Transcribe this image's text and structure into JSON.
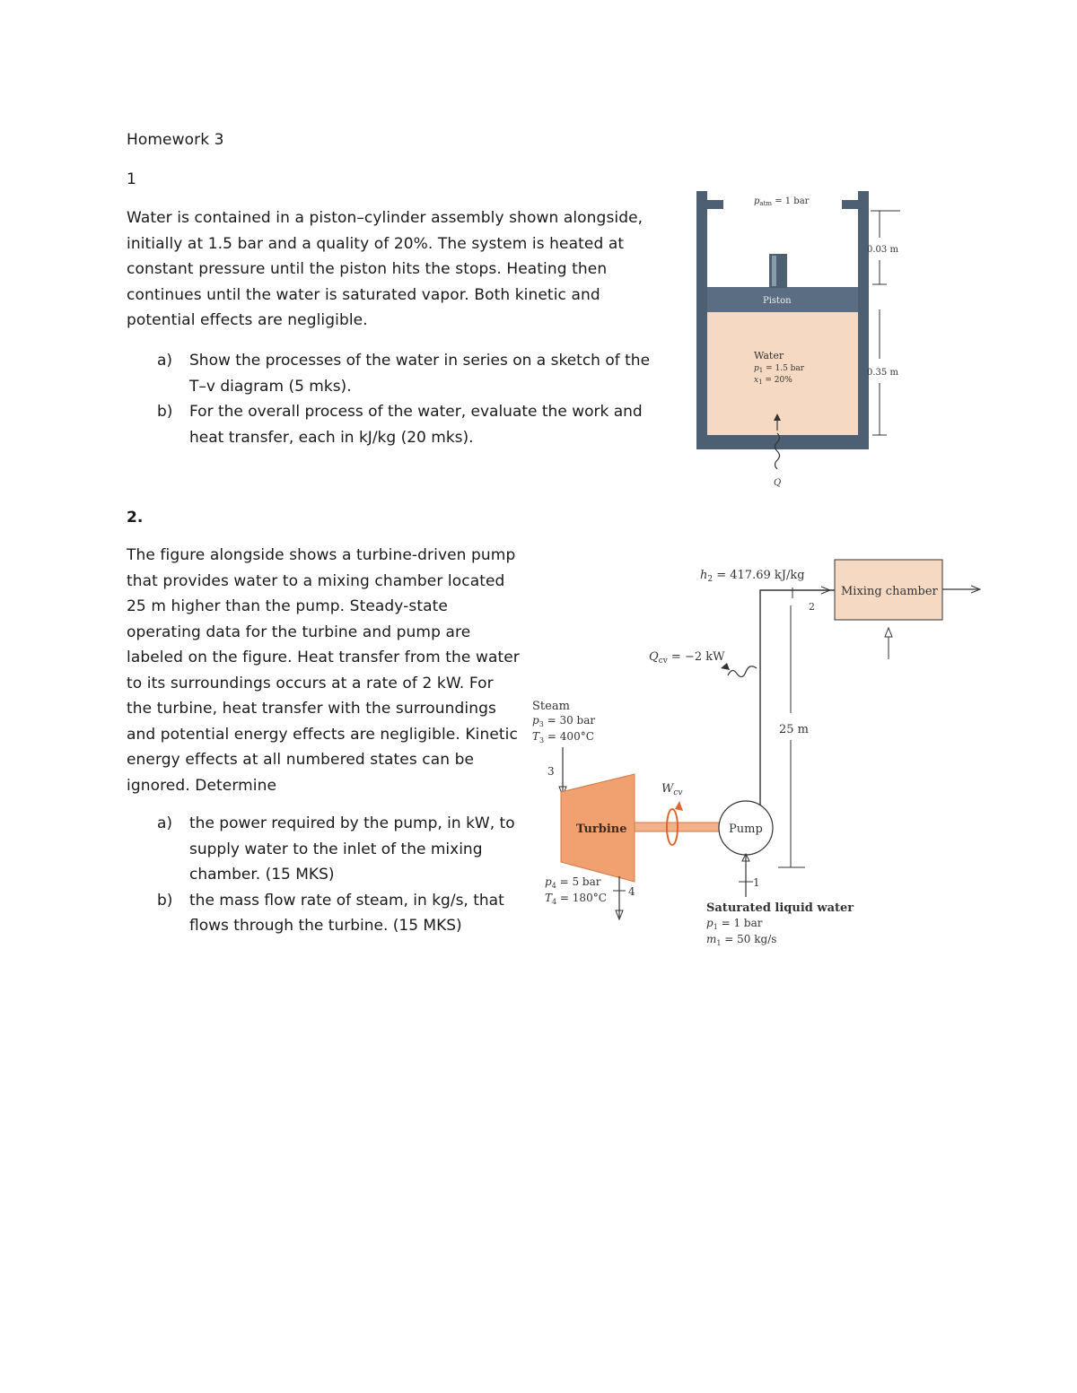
{
  "title": "Homework 3",
  "q1": {
    "number": "1",
    "paragraph": "Water is contained in a piston–cylinder assembly shown alongside, initially at 1.5 bar and a quality of 20%. The system is heated at constant pressure until the piston hits the stops. Heating then continues until the water is saturated vapor. Both kinetic and potential effects are negligible.",
    "items": [
      {
        "marker": "a)",
        "text": "Show the processes of the water in series on a sketch of the T–v diagram (5 mks)."
      },
      {
        "marker": "b)",
        "text": "For the overall process of the water, evaluate the work and heat transfer, each in kJ/kg (20 mks)."
      }
    ],
    "figure": {
      "patm": "p",
      "patm_sub": "atm",
      "patm_val": " = 1 bar",
      "gap": "0.03 m",
      "piston": "Piston",
      "water": "Water",
      "p1": "p",
      "p1_sub": "1",
      "p1_val": " = 1.5 bar",
      "x1": "x",
      "x1_sub": "1",
      "x1_val": " = 20%",
      "height": "0.35 m",
      "q": "Q"
    }
  },
  "q2": {
    "number": "2.",
    "paragraph": "The figure  alongside shows a turbine-driven pump that provides water to a mixing chamber located 25 m higher than the pump. Steady-state operating data for the turbine and pump are labeled on the figure. Heat transfer from the water to its surroundings occurs at a rate of 2 kW. For the turbine, heat transfer with the surroundings and potential energy effects are negligible. Kinetic energy effects at all numbered states can be ignored. Determine",
    "items": [
      {
        "marker": "a)",
        "text": "the power required by the pump, in kW, to supply water to the inlet of the mixing chamber. (15 MKS)"
      },
      {
        "marker": "b)",
        "text": "the mass flow rate of steam, in kg/s, that flows through the turbine. (15 MKS)"
      }
    ],
    "figure": {
      "h2": "h",
      "h2_sub": "2",
      "h2_val": " = 417.69 kJ/kg",
      "mixing": "Mixing chamber",
      "state2": "2",
      "qcv": "Q",
      "qcv_sub": "cv",
      "qcv_val": " = −2 kW",
      "steam": "Steam",
      "p3": "p",
      "p3_sub": "3",
      "p3_val": " = 30 bar",
      "t3": "T",
      "t3_sub": "3",
      "t3_val": " = 400°C",
      "state3": "3",
      "wcv": "W",
      "wcv_sub": "cv",
      "height": "25 m",
      "turbine": "Turbine",
      "pump": "Pump",
      "p4": "p",
      "p4_sub": "4",
      "p4_val": " = 5 bar",
      "t4": "T",
      "t4_sub": "4",
      "t4_val": " = 180°C",
      "state4": "4",
      "state1": "1",
      "sat": "Saturated liquid water",
      "p1": "p",
      "p1_sub": "1",
      "p1_val": " = 1 bar",
      "m1": "m",
      "m1_sub": "1",
      "m1_val": " = 50 kg/s"
    }
  }
}
